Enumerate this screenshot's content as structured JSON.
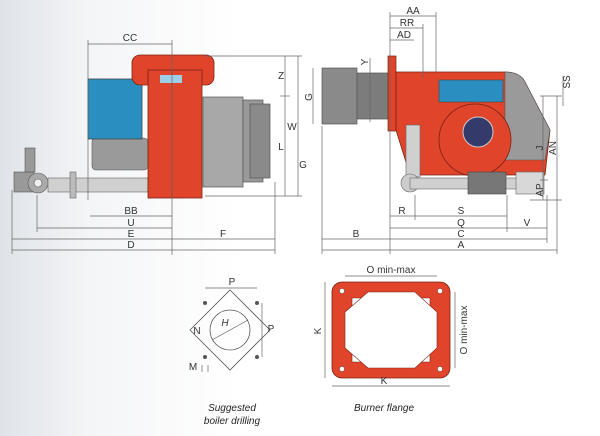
{
  "side_view": {
    "labels": {
      "CC": "CC",
      "Z": "Z",
      "G": "G",
      "W": "W",
      "L": "L",
      "BB": "BB",
      "U": "U",
      "E": "E",
      "D": "D",
      "F": "F"
    }
  },
  "front_view": {
    "labels": {
      "AA": "AA",
      "RR": "RR",
      "AD": "AD",
      "Y": "Y",
      "G": "G",
      "SS": "SS",
      "J": "J",
      "AN": "AN",
      "AP": "AP",
      "R": "R",
      "S": "S",
      "Q": "Q",
      "C": "C",
      "V": "V",
      "B": "B",
      "A": "A"
    }
  },
  "drilling": {
    "labels": {
      "P_top": "P",
      "P_right": "P",
      "H": "H",
      "N": "N",
      "M": "M"
    },
    "caption_line1": "Suggested",
    "caption_line2": "boiler drilling"
  },
  "flange": {
    "labels": {
      "O_top": "O min-max",
      "O_right": "O min-max",
      "K_left": "K",
      "K_bottom": "K"
    },
    "caption": "Burner flange"
  },
  "colors": {
    "body": "#e0442a",
    "gray": "#8e8e8e",
    "panel": "#2a8fc0"
  }
}
